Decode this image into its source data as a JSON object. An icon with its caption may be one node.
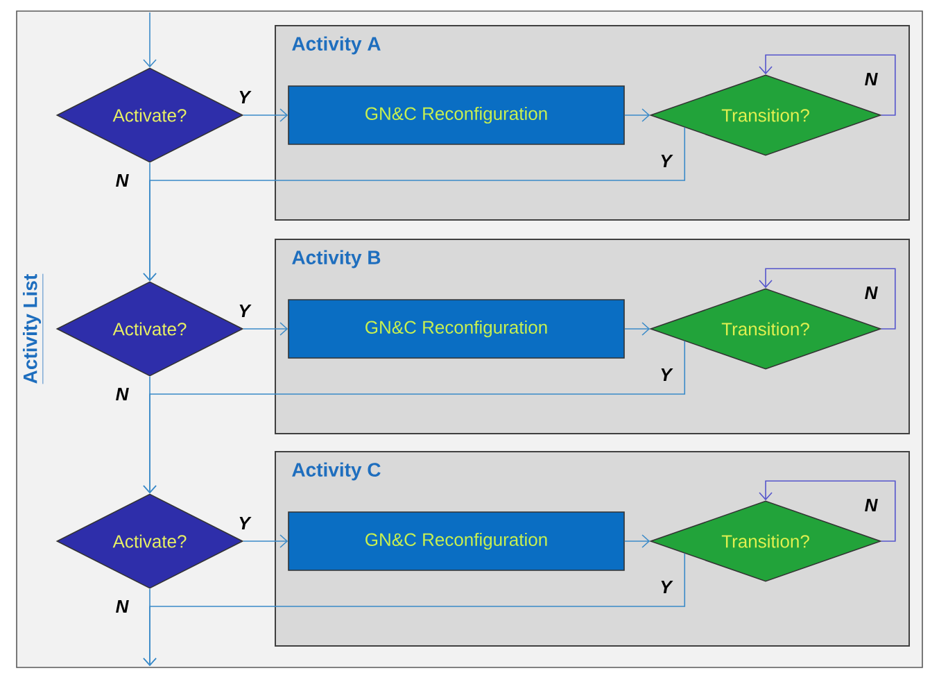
{
  "diagram": {
    "nodes": [
      {
        "text": [
          "Activate?"
        ]
      },
      {
        "text": [
          "Activity A"
        ]
      },
      {
        "text": [
          "GN&C Reconfiguration"
        ],
        "in": 1
      },
      {
        "text": [
          "Transition?"
        ],
        "in": 1
      },
      {
        "text": [
          "Activate?"
        ]
      },
      {
        "text": [
          "Activity B"
        ]
      },
      {
        "text": [
          "GN&C Reconfiguration"
        ],
        "in": 5
      },
      {
        "text": [
          "Transition?"
        ],
        "in": 5
      },
      {
        "text": [
          "Activate?"
        ]
      },
      {
        "text": [
          "Activity C"
        ]
      },
      {
        "text": [
          "GN&C Reconfiguration"
        ],
        "in": 9
      },
      {
        "text": [
          "Transition?"
        ],
        "in": 9
      }
    ],
    "edges": [
      {
        "from": null,
        "to": 0,
        "arrow": "to"
      },
      {
        "from": 0,
        "to": 2,
        "arrow": "to",
        "label": "Y"
      },
      {
        "from": 2,
        "to": 3,
        "arrow": "to"
      },
      {
        "from": 3,
        "to": 3,
        "arrow": "to",
        "label": "N",
        "color": "#5555cc"
      },
      {
        "from": 3,
        "to": 4,
        "arrow": "to",
        "label": "Y"
      },
      {
        "from": 0,
        "to": 4,
        "arrow": "to",
        "label": "N"
      },
      {
        "from": 4,
        "to": 6,
        "arrow": "to",
        "label": "Y"
      },
      {
        "from": 6,
        "to": 7,
        "arrow": "to"
      },
      {
        "from": 7,
        "to": 7,
        "arrow": "to",
        "label": "N",
        "color": "#5555cc"
      },
      {
        "from": 7,
        "to": 8,
        "arrow": "to",
        "label": "Y"
      },
      {
        "from": 4,
        "to": 8,
        "arrow": "to",
        "label": "N"
      },
      {
        "from": 8,
        "to": 10,
        "arrow": "to",
        "label": "Y"
      },
      {
        "from": 10,
        "to": 11,
        "arrow": "to"
      },
      {
        "from": 11,
        "to": 11,
        "arrow": "to",
        "label": "N",
        "color": "#5555cc"
      },
      {
        "from": 11,
        "to": null,
        "arrow": "to",
        "label": "Y"
      },
      {
        "from": 8,
        "to": null,
        "arrow": "to",
        "label": "N"
      }
    ],
    "labels": [
      "Activity List"
    ]
  }
}
